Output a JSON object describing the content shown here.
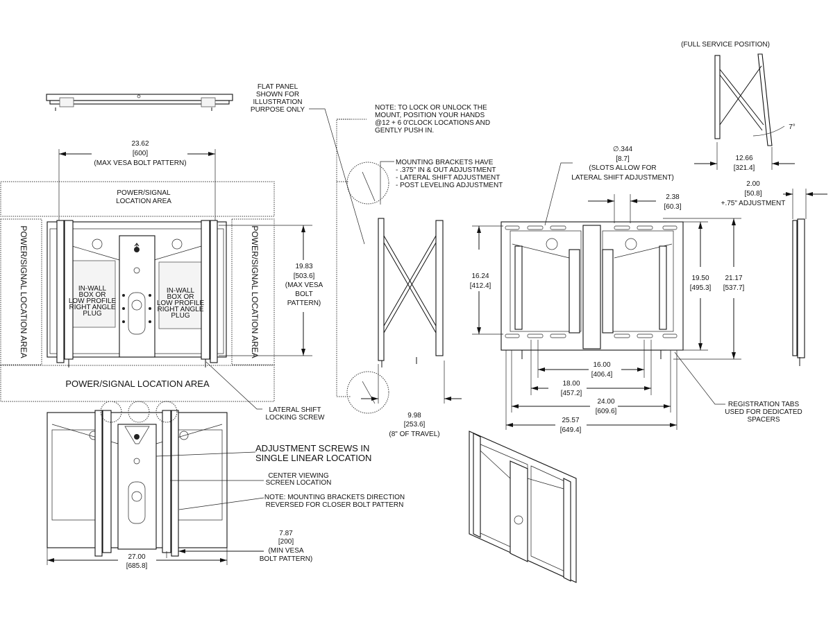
{
  "title_labels": {
    "full_service": "(FULL SERVICE POSITION)",
    "flat_panel": [
      "FLAT PANEL",
      "SHOWN FOR",
      "ILLUSTRATION",
      "PURPOSE ONLY"
    ],
    "lock_note": [
      "NOTE: TO LOCK OR UNLOCK THE",
      "MOUNT, POSITION YOUR HANDS",
      "@12 + 6 0'CLOCK LOCATIONS AND",
      "GENTLY PUSH IN."
    ],
    "brackets_note": [
      "MOUNTING BRACKETS HAVE",
      "- .375\" IN & OUT ADJUSTMENT",
      "- LATERAL SHIFT ADJUSTMENT",
      "- POST LEVELING ADJUSTMENT"
    ],
    "lateral_screw": [
      "LATERAL SHIFT",
      "LOCKING SCREW"
    ],
    "adjust_screws": [
      "ADJUSTMENT SCREWS IN",
      "SINGLE LINEAR LOCATION"
    ],
    "center_view": [
      "CENTER VIEWING",
      "SCREEN LOCATION"
    ],
    "reversed_note": [
      "NOTE: MOUNTING BRACKETS DIRECTION",
      "REVERSED FOR CLOSER BOLT PATTERN"
    ],
    "registration": [
      "REGISTRATION TABS",
      "USED FOR DEDICATED",
      "SPACERS"
    ]
  },
  "areas": {
    "top": [
      "POWER/SIGNAL",
      "LOCATION AREA"
    ],
    "side": "POWER/SIGNAL LOCATION AREA",
    "bottom": "POWER/SIGNAL LOCATION AREA",
    "inwall": [
      "IN-WALL",
      "BOX OR",
      "LOW PROFILE",
      "RIGHT ANGLE",
      "PLUG"
    ]
  },
  "dimensions": {
    "max_vesa_w": [
      "23.62",
      "[600]",
      "(MAX VESA BOLT PATTERN)"
    ],
    "max_vesa_h": [
      "19.83",
      "[503.6]",
      "(MAX VESA",
      "BOLT",
      "PATTERN)"
    ],
    "width_27": [
      "27.00",
      "[685.8]"
    ],
    "min_vesa": [
      "7.87",
      "[200]",
      "(MIN VESA",
      "BOLT PATTERN)"
    ],
    "travel": [
      "9.98",
      "[253.6]",
      "(8\" OF TRAVEL)"
    ],
    "slot": [
      "∅.344",
      "[8.7]",
      "(SLOTS ALLOW FOR",
      "LATERAL SHIFT ADJUSTMENT)"
    ],
    "d238": [
      "2.38",
      "[60.3]"
    ],
    "d1624": [
      "16.24",
      "[412.4]"
    ],
    "d1950": [
      "19.50",
      "[495.3]"
    ],
    "d2117": [
      "21.17",
      "[537.7]"
    ],
    "d1600": [
      "16.00",
      "[406.4]"
    ],
    "d1800": [
      "18.00",
      "[457.2]"
    ],
    "d2400": [
      "24.00",
      "[609.6]"
    ],
    "d2557": [
      "25.57",
      "[649.4]"
    ],
    "d1266": [
      "12.66",
      "[321.4]"
    ],
    "d200": [
      "2.00",
      "[50.8]",
      "+.75\" ADJUSTMENT"
    ],
    "angle": "7°"
  }
}
